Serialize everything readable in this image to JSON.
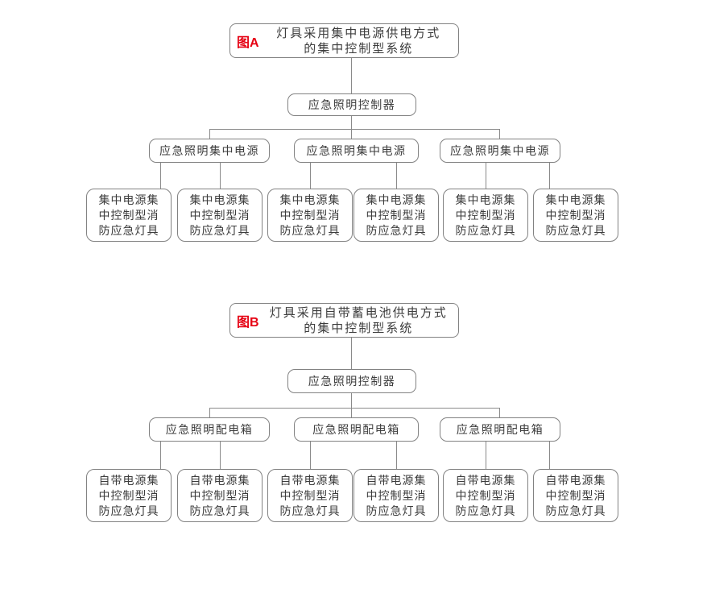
{
  "colors": {
    "border_gray": "#828282",
    "line_gray": "#8a8a8a",
    "text_dark": "#3c3c3c",
    "tag_red": "#e60012",
    "background": "#ffffff"
  },
  "diagramA": {
    "tag": "图A",
    "title_line1": "灯具采用集中电源供电方式",
    "title_line2": "的集中控制型系统",
    "controller": "应急照明控制器",
    "mids": [
      "应急照明集中电源",
      "应急照明集中电源",
      "应急照明集中电源"
    ],
    "leaves": [
      {
        "lines": [
          "集中电源集",
          "中控制型消",
          "防应急灯具"
        ]
      },
      {
        "lines": [
          "集中电源集",
          "中控制型消",
          "防应急灯具"
        ]
      },
      {
        "lines": [
          "集中电源集",
          "中控制型消",
          "防应急灯具"
        ]
      },
      {
        "lines": [
          "集中电源集",
          "中控制型消",
          "防应急灯具"
        ]
      },
      {
        "lines": [
          "集中电源集",
          "中控制型消",
          "防应急灯具"
        ]
      },
      {
        "lines": [
          "集中电源集",
          "中控制型消",
          "防应急灯具"
        ]
      }
    ]
  },
  "diagramB": {
    "tag": "图B",
    "title_line1": "灯具采用自带蓄电池供电方式",
    "title_line2": "的集中控制型系统",
    "controller": "应急照明控制器",
    "mids": [
      "应急照明配电箱",
      "应急照明配电箱",
      "应急照明配电箱"
    ],
    "leaves": [
      {
        "lines": [
          "自带电源集",
          "中控制型消",
          "防应急灯具"
        ]
      },
      {
        "lines": [
          "自带电源集",
          "中控制型消",
          "防应急灯具"
        ]
      },
      {
        "lines": [
          "自带电源集",
          "中控制型消",
          "防应急灯具"
        ]
      },
      {
        "lines": [
          "自带电源集",
          "中控制型消",
          "防应急灯具"
        ]
      },
      {
        "lines": [
          "自带电源集",
          "中控制型消",
          "防应急灯具"
        ]
      },
      {
        "lines": [
          "自带电源集",
          "中控制型消",
          "防应急灯具"
        ]
      }
    ]
  }
}
